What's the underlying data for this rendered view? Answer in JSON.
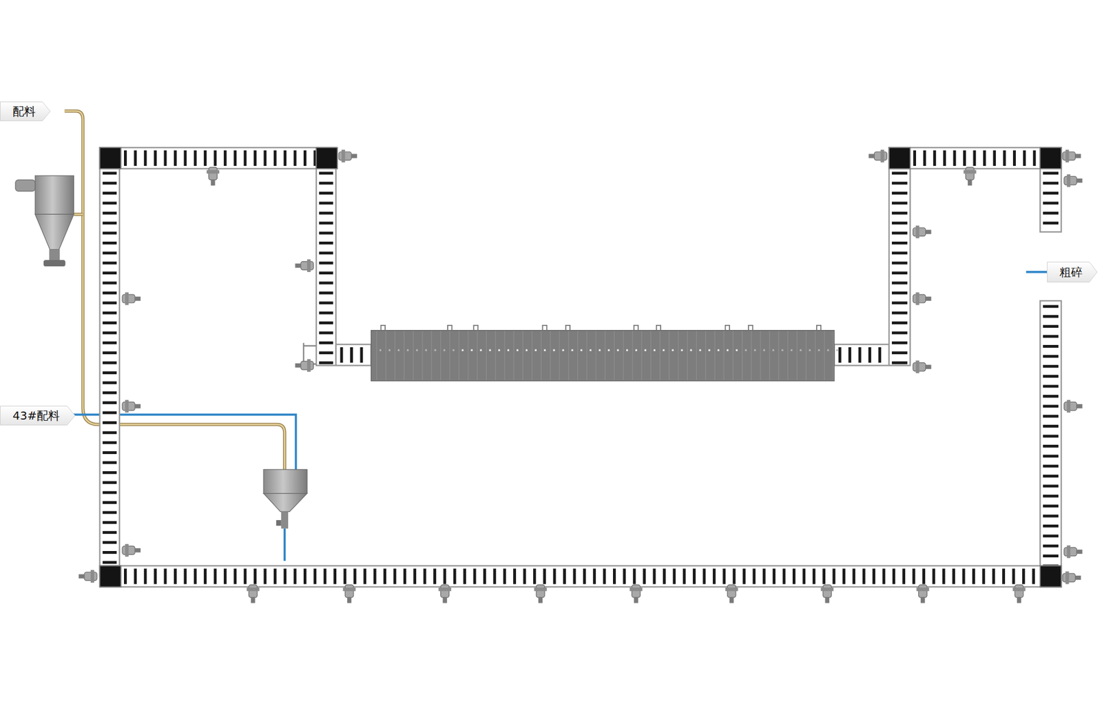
{
  "diagram": {
    "nodes": [
      {
        "text": [
          "配料"
        ]
      },
      {
        "text": [
          "粗碎"
        ]
      },
      {
        "text": [
          "43#配料"
        ]
      }
    ]
  }
}
